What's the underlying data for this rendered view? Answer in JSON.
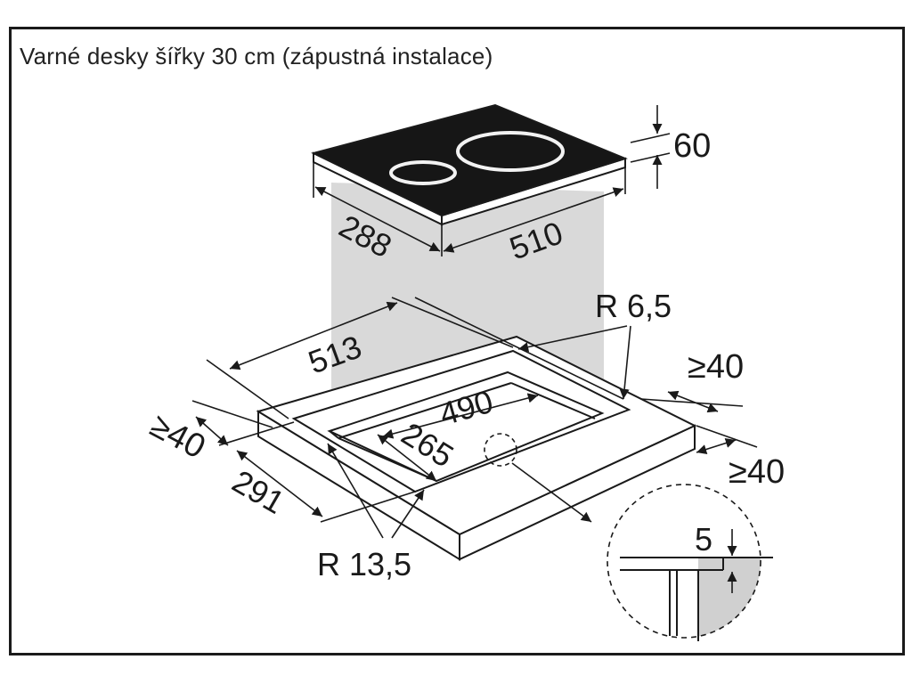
{
  "title": "Varné desky šířky 30 cm (zápustná instalace)",
  "dimensions": {
    "hob_thickness": "60",
    "hob_depth": "288",
    "hob_width": "510",
    "corner_radius_small": "R 6,5",
    "cutout_outer_width": "513",
    "min_rear_clearance": "≥40",
    "min_side_clearance_right": "≥40",
    "min_side_clearance_left": "≥40",
    "cutout_inner_width": "490",
    "cutout_inner_depth": "265",
    "cutout_outer_depth": "291",
    "corner_radius_large": "R 13,5",
    "recess_depth": "5"
  },
  "colors": {
    "hob_glass": "#161616",
    "zone_ring": "#f2f2f2",
    "shadow_column": "#d9d9d9",
    "detail_fill": "#d0d0d0",
    "line": "#1a1a1a"
  }
}
